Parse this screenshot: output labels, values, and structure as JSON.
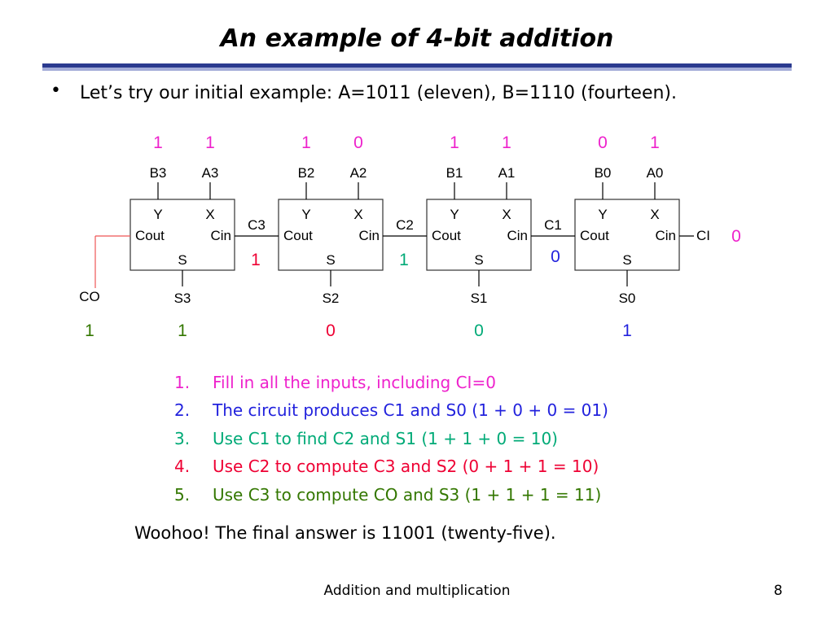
{
  "slide": {
    "title": "An example of 4-bit addition",
    "bullet": "Let’s try our initial example: A=1011 (eleven), B=1110 (fourteen).",
    "conclusion": "Woohoo! The final answer is 11001 (twenty-five).",
    "footer": "Addition and multiplication",
    "page_number": "8"
  },
  "colors": {
    "magenta": "#ee22cc",
    "blue": "#2222dd",
    "teal": "#00aa77",
    "red": "#ee0033",
    "green": "#337700",
    "wire": "#000000",
    "co_wire": "#ee5555"
  },
  "circuit": {
    "adders": [
      {
        "input_b": "B3",
        "input_a": "A3",
        "value_b": "1",
        "value_a": "1",
        "port_y": "Y",
        "port_x": "X",
        "port_cout": "Cout",
        "port_cin": "Cin",
        "port_s": "S",
        "output": "S3",
        "output_value": "1",
        "output_color": "green"
      },
      {
        "input_b": "B2",
        "input_a": "A2",
        "value_b": "1",
        "value_a": "0",
        "port_y": "Y",
        "port_x": "X",
        "port_cout": "Cout",
        "port_cin": "Cin",
        "port_s": "S",
        "output": "S2",
        "output_value": "0",
        "output_color": "red"
      },
      {
        "input_b": "B1",
        "input_a": "A1",
        "value_b": "1",
        "value_a": "1",
        "port_y": "Y",
        "port_x": "X",
        "port_cout": "Cout",
        "port_cin": "Cin",
        "port_s": "S",
        "output": "S1",
        "output_value": "0",
        "output_color": "teal"
      },
      {
        "input_b": "B0",
        "input_a": "A0",
        "value_b": "0",
        "value_a": "1",
        "port_y": "Y",
        "port_x": "X",
        "port_cout": "Cout",
        "port_cin": "Cin",
        "port_s": "S",
        "output": "S0",
        "output_value": "1",
        "output_color": "blue"
      }
    ],
    "carries": [
      {
        "label": "C3",
        "value": "1",
        "color": "red"
      },
      {
        "label": "C2",
        "value": "1",
        "color": "teal"
      },
      {
        "label": "C1",
        "value": "0",
        "color": "blue"
      }
    ],
    "carry_in": {
      "label": "CI",
      "value": "0",
      "color": "magenta"
    },
    "carry_out": {
      "label": "CO",
      "value": "1",
      "color": "green"
    }
  },
  "steps": [
    {
      "number": "1.",
      "text": "Fill in all the inputs, including CI=0",
      "color": "magenta"
    },
    {
      "number": "2.",
      "text": "The circuit produces C1 and S0 (1 + 0 + 0 = 01)",
      "color": "blue"
    },
    {
      "number": "3.",
      "text": "Use C1 to find C2 and S1 (1 + 1 + 0 = 10)",
      "color": "teal"
    },
    {
      "number": "4.",
      "text": "Use C2 to compute C3 and S2 (0 + 1 + 1 = 10)",
      "color": "red"
    },
    {
      "number": "5.",
      "text": "Use C3 to compute CO and S3 (1 + 1 + 1 = 11)",
      "color": "green"
    }
  ]
}
